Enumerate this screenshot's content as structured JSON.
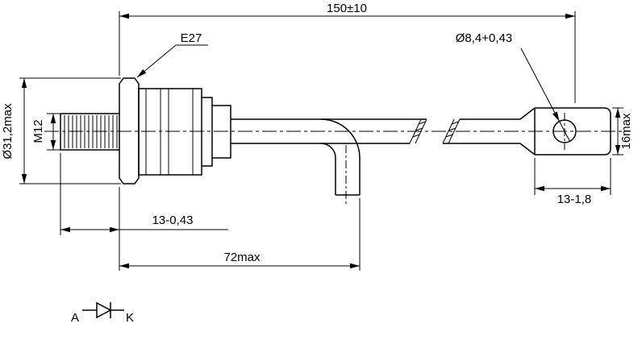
{
  "drawing": {
    "overall_length": "150±10",
    "flange_thread": "E27",
    "hole_diameter": "Ø8,4+0,43",
    "body_diameter": "Ø31,2max",
    "stud_thread": "M12",
    "lug_width": "16max",
    "lug_length": "13-1,8",
    "stud_length": "13-0,43",
    "rigid_length": "72max"
  },
  "symbol": {
    "anode": "A",
    "cathode": "K"
  },
  "colors": {
    "line": "#000000",
    "background": "#ffffff"
  }
}
